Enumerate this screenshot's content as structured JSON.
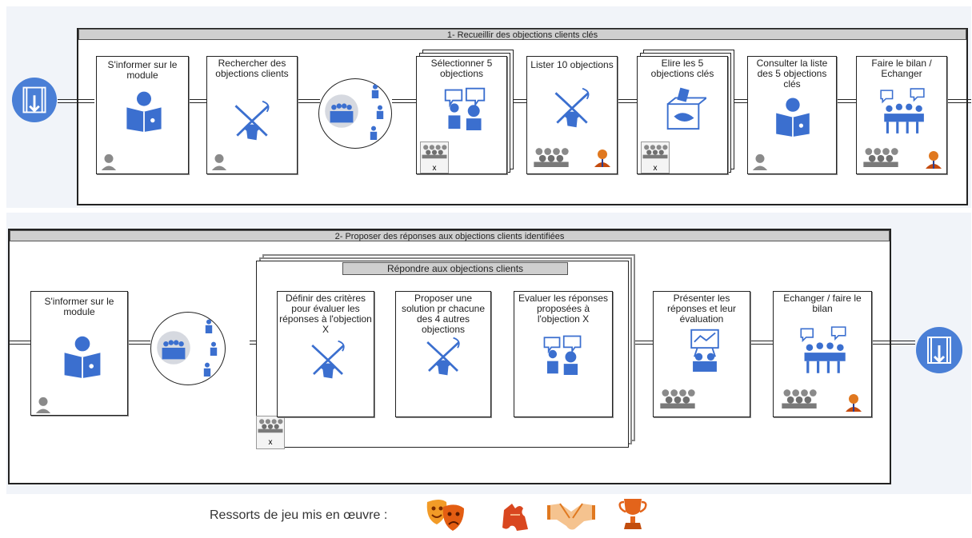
{
  "phase1": {
    "title": "1- Recueillir des objections clients clés",
    "steps": [
      "S'informer sur le module",
      "Rechercher des objections clients",
      "Sélectionner 5 objections",
      "Lister 10 objections",
      "Elire les 5 objections clés",
      "Consulter la liste des 5 objections clés",
      "Faire le bilan / Echanger"
    ]
  },
  "phase2": {
    "title": "2- Proposer des réponses aux objections clients identifiées",
    "subgroup_title": "Répondre aux objections clients",
    "steps": [
      "S'informer sur le module",
      "Définir des critères pour évaluer les réponses à l'objection X",
      "Proposer une solution pr chacune des 4 autres objections",
      "Evaluer les réponses proposées à l'objection X",
      "Présenter les réponses et leur évaluation",
      "Echanger / faire le bilan"
    ]
  },
  "badge_text": "x",
  "footer": {
    "label": "Ressorts de jeu mis en œuvre :",
    "icons": [
      "theater-masks-icon",
      "puzzle-piece-icon",
      "handshake-icon",
      "trophy-icon"
    ]
  },
  "colors": {
    "accent": "#3b6fcf",
    "frame": "#222222",
    "titlebar": "#cfcfcf",
    "reward": "#e0781f"
  }
}
